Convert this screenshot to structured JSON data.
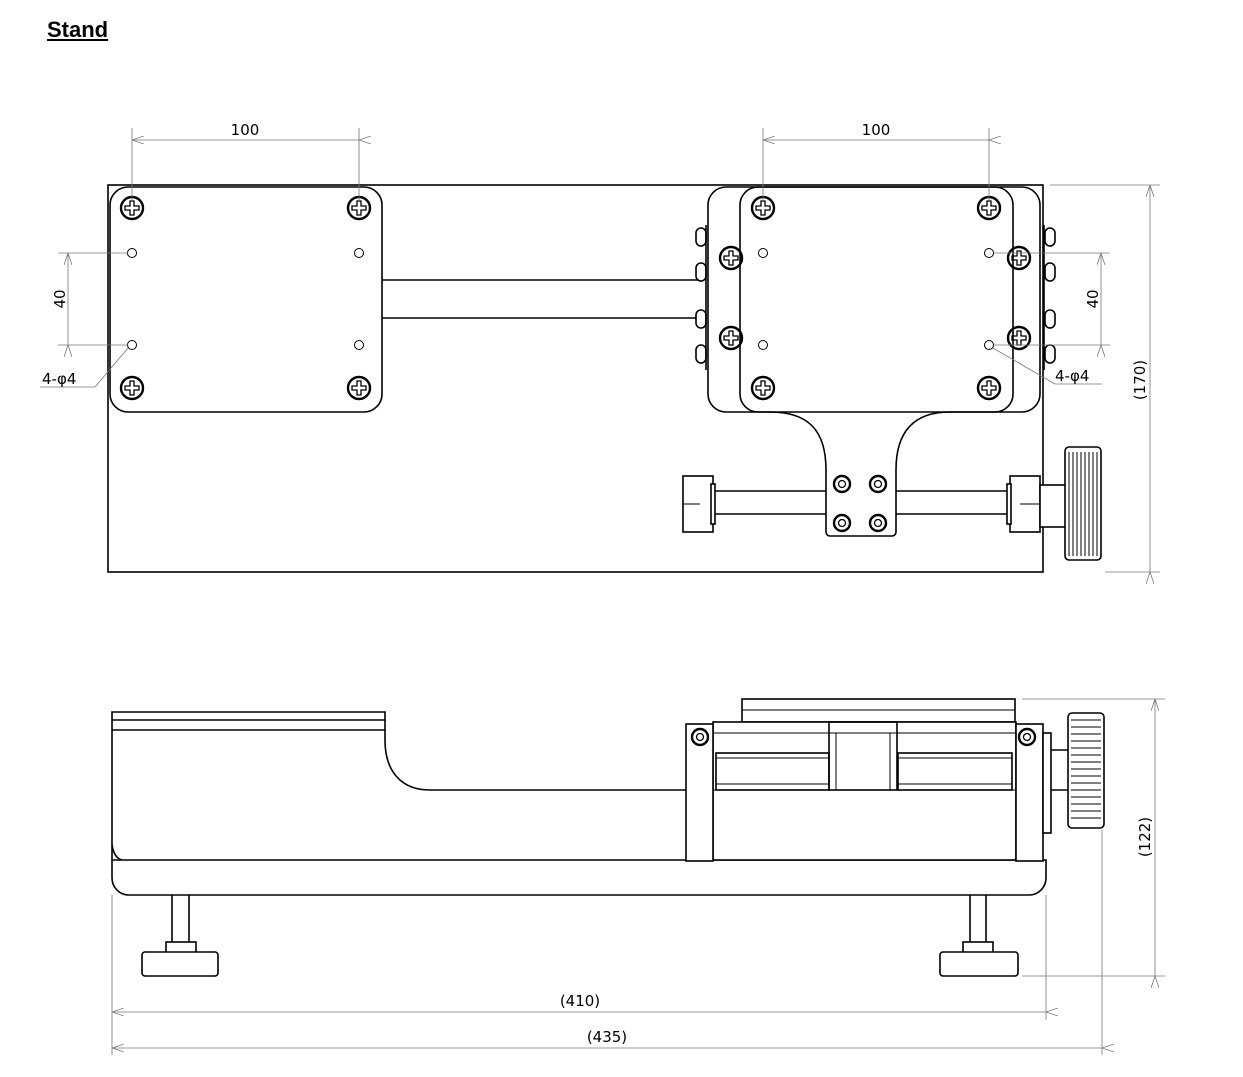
{
  "title": "Stand",
  "top_view": {
    "dim_left_spacing": "100",
    "dim_right_spacing": "100",
    "dim_left_height": "40",
    "dim_right_height": "40",
    "hole_note_left": "4-φ4",
    "hole_note_right": "4-φ4",
    "dim_depth": "(170)"
  },
  "side_view": {
    "dim_height": "(122)",
    "dim_base_length": "(410)",
    "dim_total_length": "(435)"
  }
}
